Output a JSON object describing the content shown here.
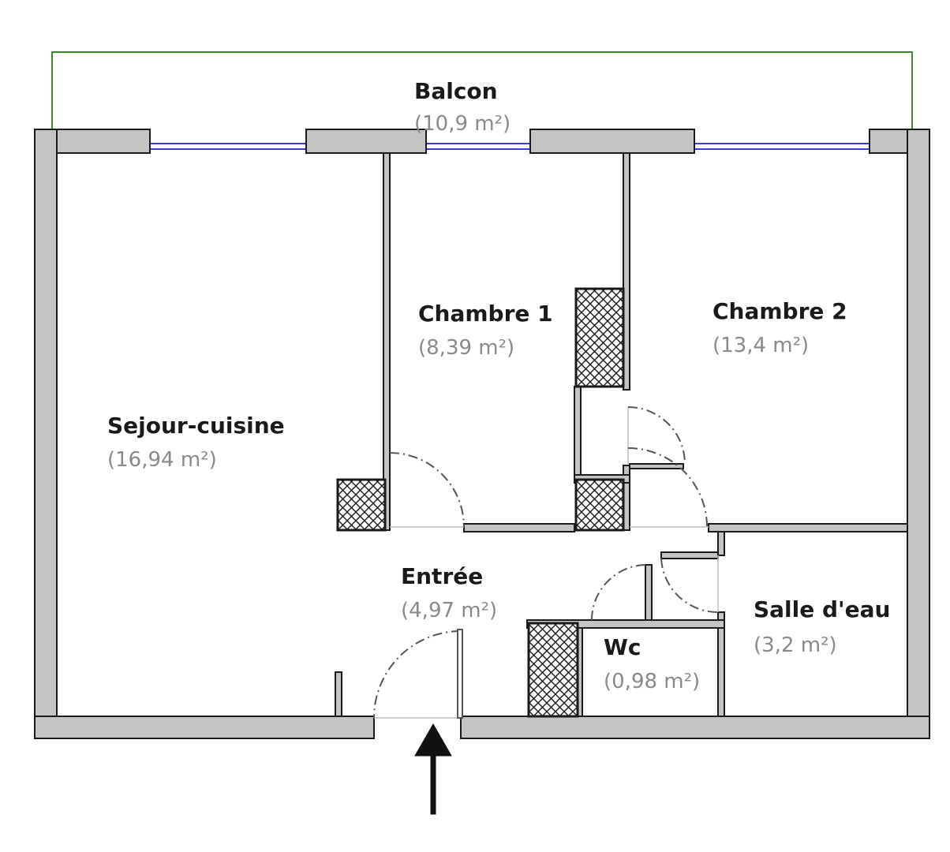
{
  "rooms": {
    "balcon": {
      "name": "Balcon",
      "area": "(10,9 m²)"
    },
    "chambre1": {
      "name": "Chambre 1",
      "area": "(8,39 m²)"
    },
    "chambre2": {
      "name": "Chambre 2",
      "area": "(13,4 m²)"
    },
    "sejour": {
      "name": "Sejour-cuisine",
      "area": "(16,94 m²)"
    },
    "entree": {
      "name": "Entrée",
      "area": "(4,97 m²)"
    },
    "salle": {
      "name": "Salle d'eau",
      "area": "(3,2 m²)"
    },
    "wc": {
      "name": "Wc",
      "area": "(0,98 m²)"
    }
  },
  "colors": {
    "wall_fill": "#c4c4c4",
    "outline": "#1a1a1a",
    "window_glass": "#3a3adc",
    "balcony_outline": "#3f8a2e",
    "area_text": "#8a8a8a"
  },
  "icons": {
    "entrance": "arrow-up-icon",
    "duct": "cross-hatch-pattern"
  }
}
